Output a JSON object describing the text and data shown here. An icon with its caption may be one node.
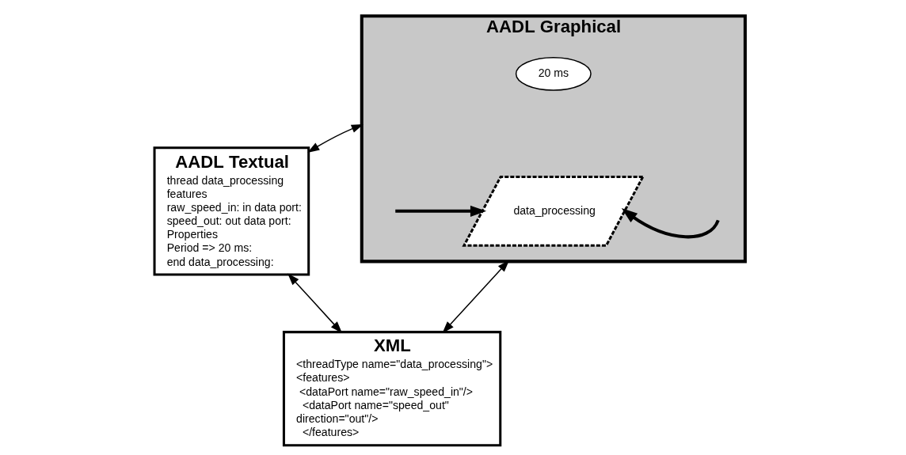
{
  "diagram": {
    "nodes": [
      {
        "text": [
          "AADL Textual",
          "thread data_processing",
          "features",
          "raw_speed_in: in data port:",
          "speed_out: out data port:",
          "Properties",
          "Period => 20 ms:",
          "end data_processing:"
        ]
      },
      {
        "text": [
          "AADL Graphical"
        ]
      },
      {
        "text": [
          "20 ms"
        ],
        "in": 1
      },
      {
        "text": [
          "data_processing"
        ],
        "in": 1
      },
      {
        "text": [
          "XML",
          "<threadType name=\"data_processing\">",
          "<features>",
          " <dataPort name=\"raw_speed_in\"/>",
          "  <dataPort name=\"speed_out\"",
          "direction=\"out\"/>",
          "  </features>"
        ]
      }
    ],
    "edges": [
      {
        "from": 0,
        "to": 1,
        "arrow": "both"
      },
      {
        "from": 0,
        "to": 4,
        "arrow": "both"
      },
      {
        "from": 1,
        "to": 4,
        "arrow": "both"
      },
      {
        "from": null,
        "to": 3,
        "arrow": "to",
        "style": "thick"
      },
      {
        "from": null,
        "to": 3,
        "arrow": "to",
        "style": "thick"
      }
    ]
  }
}
